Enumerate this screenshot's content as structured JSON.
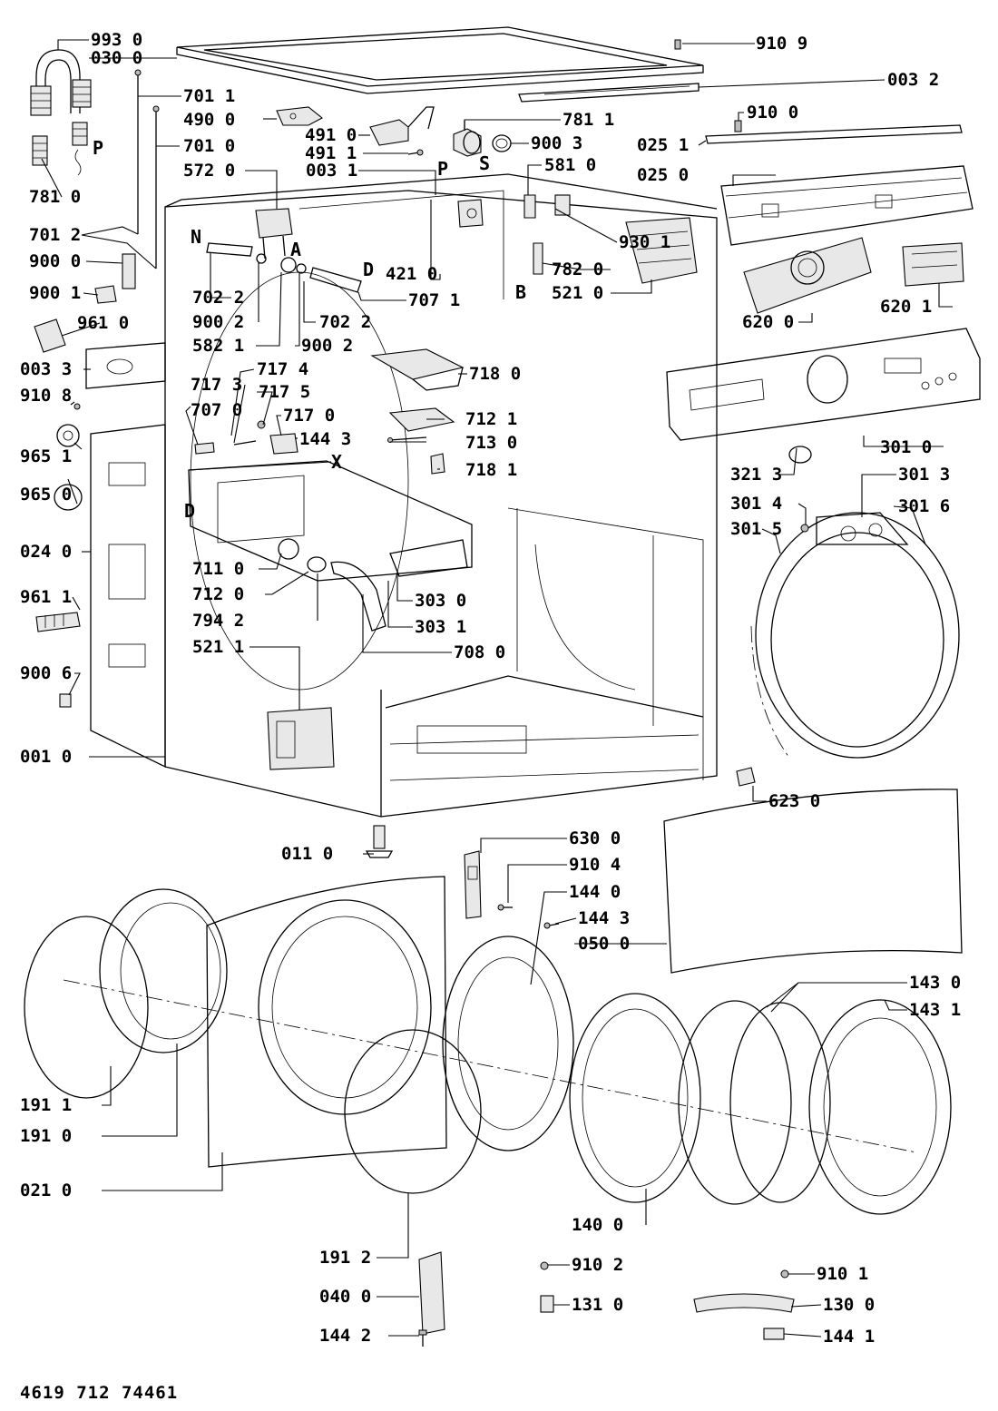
{
  "document_number": "4619 712 74461",
  "callouts": [
    "993 0",
    "030 0",
    "910 9",
    "003 2",
    "701 1",
    "490 0",
    "781 1",
    "491 0",
    "900 3",
    "910 0",
    "491 1",
    "701 0",
    "025 1",
    "572 0",
    "003 1",
    "581 0",
    "025 0",
    "781 0",
    "701 2",
    "930 1",
    "900 0",
    "421 0",
    "782 0",
    "900 1",
    "707 1",
    "521 0",
    "702 2",
    "702 2",
    "620 1",
    "900 2",
    "620 0",
    "582 1",
    "900 2",
    "961 0",
    "003 3",
    "717 4",
    "718 0",
    "717 3",
    "910 8",
    "717 5",
    "712 1",
    "707 0",
    "717 0",
    "144 3",
    "713 0",
    "301 0",
    "965 1",
    "718 1",
    "321 3",
    "301 3",
    "965 0",
    "301 4",
    "301 6",
    "301 5",
    "024 0",
    "711 0",
    "712 0",
    "303 0",
    "961 1",
    "794 2",
    "303 1",
    "708 0",
    "521 1",
    "900 6",
    "001 0",
    "623 0",
    "630 0",
    "011 0",
    "910 4",
    "144 0",
    "144 3",
    "050 0",
    "143 0",
    "143 1",
    "191 1",
    "191 0",
    "021 0",
    "140 0",
    "191 2",
    "910 2",
    "910 1",
    "040 0",
    "131 0",
    "130 0",
    "144 2",
    "144 1"
  ],
  "point_letters": [
    "P",
    "P",
    "S",
    "N",
    "A",
    "D",
    "B",
    "X",
    "D"
  ]
}
